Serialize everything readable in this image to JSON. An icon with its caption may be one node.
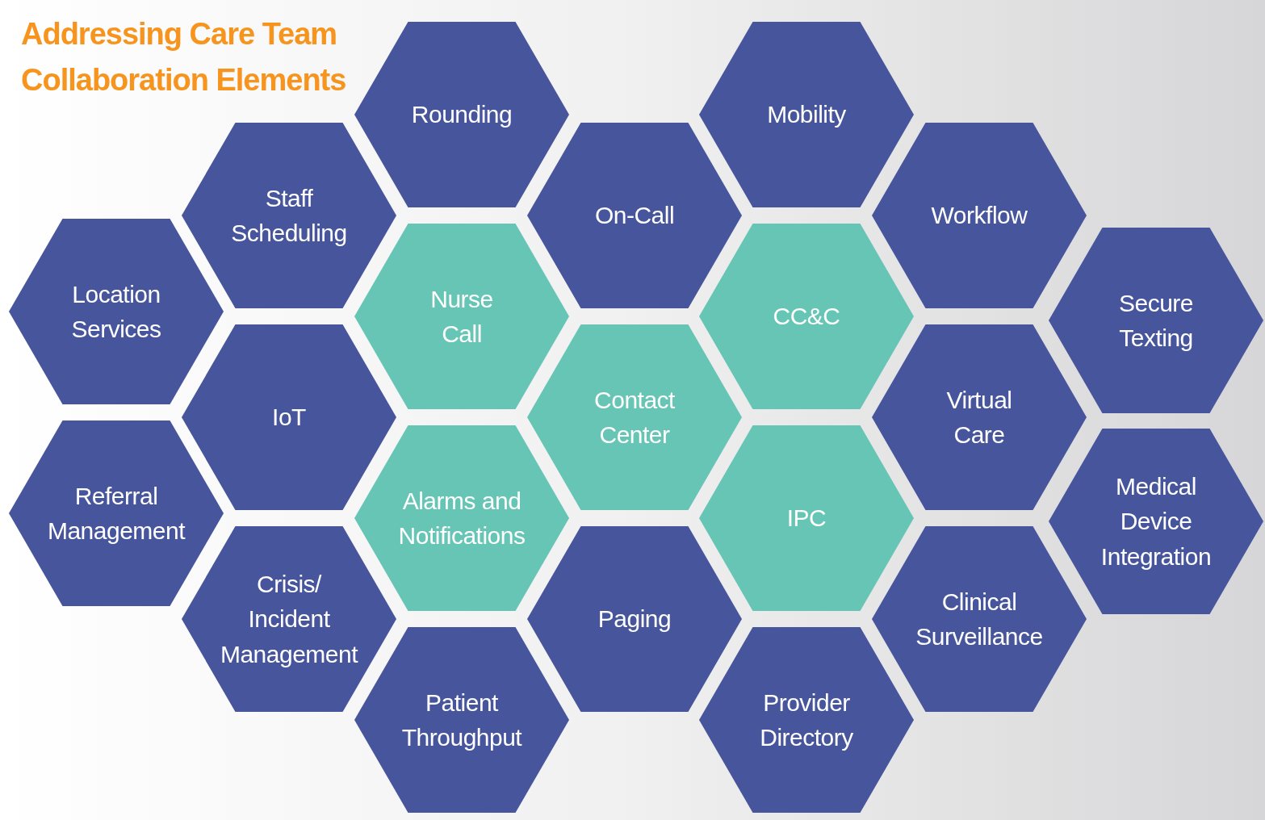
{
  "diagram": {
    "title": "Addressing Care Team Collaboration Elements",
    "nodes": [
      {
        "text": [
          "Rounding"
        ]
      },
      {
        "text": [
          "Mobility"
        ]
      },
      {
        "text": [
          "Staff Scheduling"
        ]
      },
      {
        "text": [
          "On-Call"
        ]
      },
      {
        "text": [
          "Workflow"
        ]
      },
      {
        "text": [
          "Location Services"
        ]
      },
      {
        "text": [
          "Nurse Call"
        ]
      },
      {
        "text": [
          "CC&C"
        ]
      },
      {
        "text": [
          "Secure Texting"
        ]
      },
      {
        "text": [
          "IoT"
        ]
      },
      {
        "text": [
          "Contact Center"
        ]
      },
      {
        "text": [
          "Virtual Care"
        ]
      },
      {
        "text": [
          "Referral Management"
        ]
      },
      {
        "text": [
          "Alarms and Notifications"
        ]
      },
      {
        "text": [
          "IPC"
        ]
      },
      {
        "text": [
          "Medical Device Integration"
        ]
      },
      {
        "text": [
          "Crisis/ Incident Management"
        ]
      },
      {
        "text": [
          "Paging"
        ]
      },
      {
        "text": [
          "Clinical Surveillance"
        ]
      },
      {
        "text": [
          "Patient Throughput"
        ]
      },
      {
        "text": [
          "Provider Directory"
        ]
      }
    ]
  }
}
